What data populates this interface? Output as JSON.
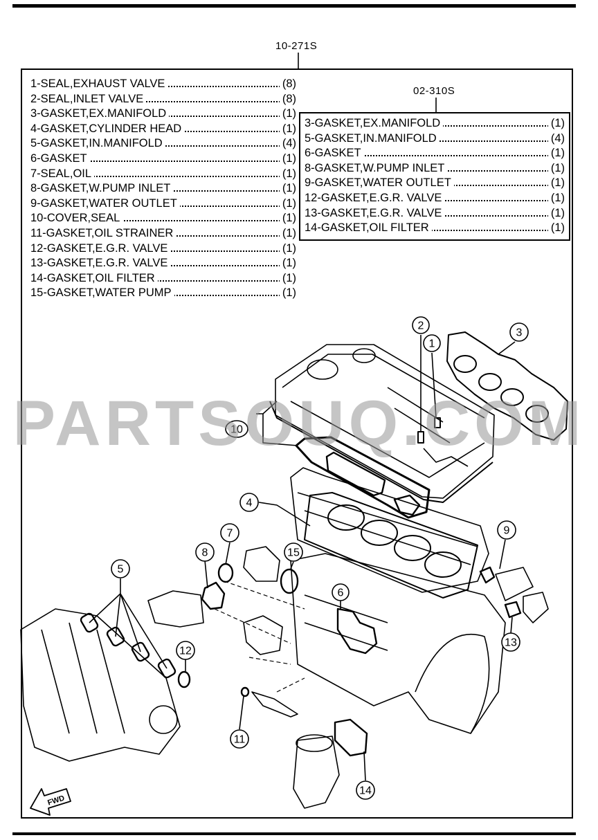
{
  "header": {
    "main_kit": "10-271S",
    "sub_kit": "02-310S"
  },
  "main_list": [
    {
      "name": "1-SEAL,EXHAUST VALVE",
      "qty": "(8)"
    },
    {
      "name": "2-SEAL,INLET VALVE",
      "qty": "(8)"
    },
    {
      "name": "3-GASKET,EX.MANIFOLD",
      "qty": "(1)"
    },
    {
      "name": "4-GASKET,CYLINDER HEAD",
      "qty": "(1)"
    },
    {
      "name": "5-GASKET,IN.MANIFOLD",
      "qty": "(4)"
    },
    {
      "name": "6-GASKET",
      "qty": "(1)"
    },
    {
      "name": "7-SEAL,OIL",
      "qty": "(1)"
    },
    {
      "name": "8-GASKET,W.PUMP INLET",
      "qty": "(1)"
    },
    {
      "name": "9-GASKET,WATER OUTLET",
      "qty": "(1)"
    },
    {
      "name": "10-COVER,SEAL",
      "qty": "(1)"
    },
    {
      "name": "11-GASKET,OIL STRAINER",
      "qty": "(1)"
    },
    {
      "name": "12-GASKET,E.G.R. VALVE",
      "qty": "(1)"
    },
    {
      "name": "13-GASKET,E.G.R. VALVE",
      "qty": "(1)"
    },
    {
      "name": "14-GASKET,OIL FILTER",
      "qty": "(1)"
    },
    {
      "name": "15-GASKET,WATER PUMP",
      "qty": "(1)"
    }
  ],
  "sub_list": [
    {
      "name": "3-GASKET,EX.MANIFOLD",
      "qty": "(1)"
    },
    {
      "name": "5-GASKET,IN.MANIFOLD",
      "qty": "(4)"
    },
    {
      "name": "6-GASKET",
      "qty": "(1)"
    },
    {
      "name": "8-GASKET,W.PUMP INLET",
      "qty": "(1)"
    },
    {
      "name": "9-GASKET,WATER OUTLET",
      "qty": "(1)"
    },
    {
      "name": "12-GASKET,E.G.R. VALVE",
      "qty": "(1)"
    },
    {
      "name": "13-GASKET,E.G.R. VALVE",
      "qty": "(1)"
    },
    {
      "name": "14-GASKET,OIL FILTER",
      "qty": "(1)"
    }
  ],
  "callouts": [
    "1",
    "2",
    "3",
    "4",
    "5",
    "6",
    "7",
    "8",
    "9",
    "10",
    "11",
    "12",
    "13",
    "14",
    "15"
  ],
  "watermark": "PARTSOUQ.COM",
  "fwd_label": "FWD",
  "colors": {
    "ink": "#000000",
    "watermark": "#969696",
    "paper": "#ffffff"
  }
}
